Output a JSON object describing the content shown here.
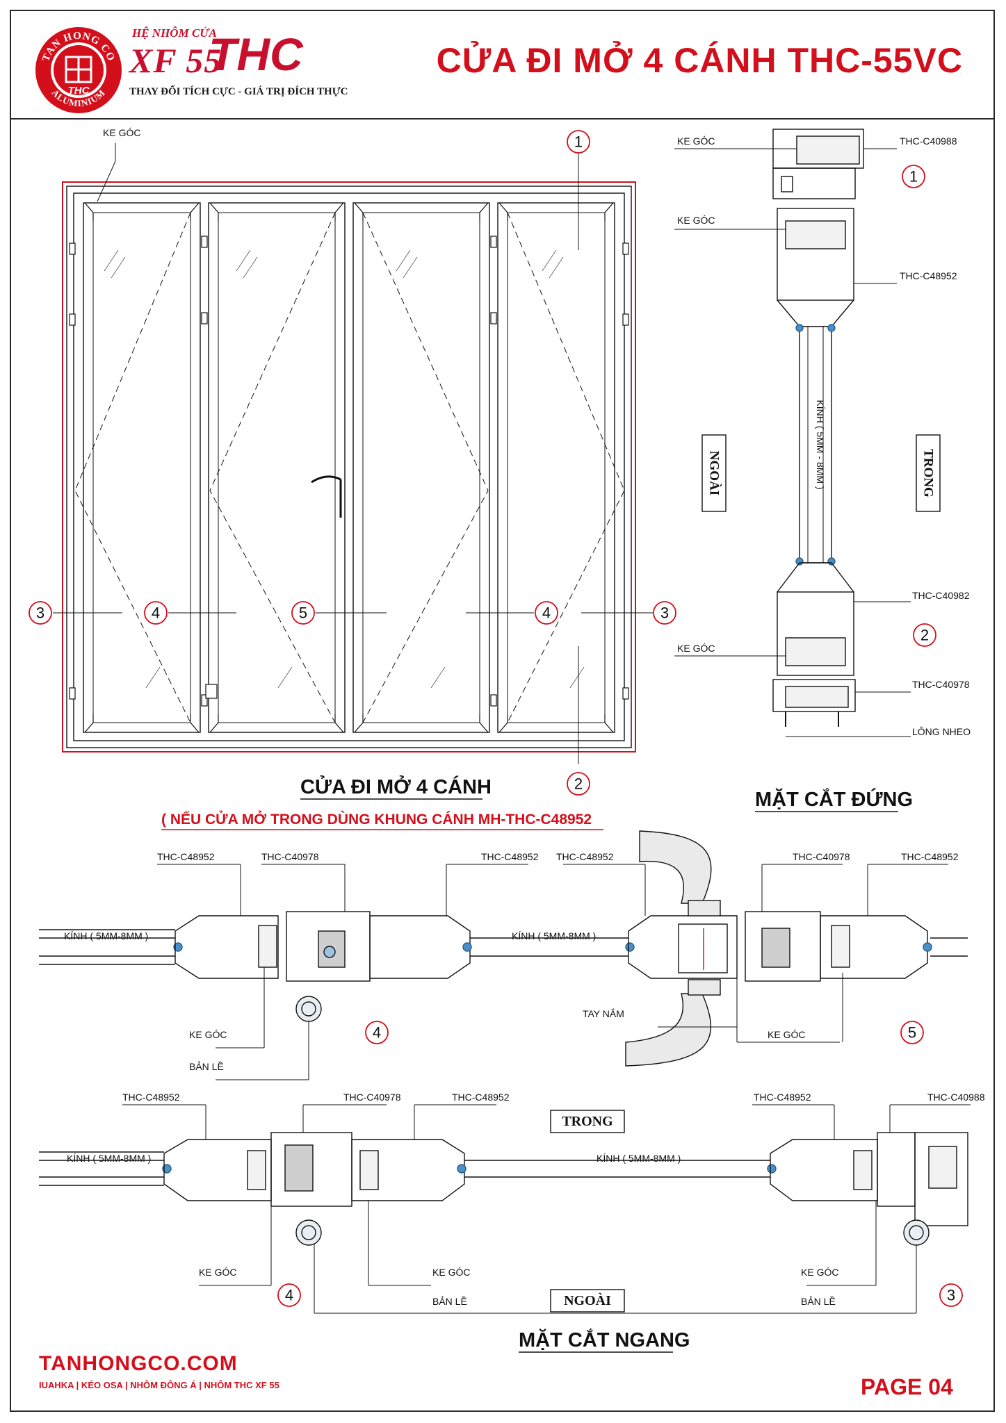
{
  "header": {
    "logo_ring_top": "TAN HONG CO",
    "logo_ring_bottom": "ALUMINIUM",
    "logo_mark": "THC",
    "system_label": "HỆ NHÔM CỬA",
    "series": "XF 55",
    "brand": "THC",
    "slogan": "THAY ĐỔI TÍCH CỰC - GIÁ TRỊ ĐÍCH THỰC",
    "title": "CỬA ĐI MỞ 4 CÁNH THC-55VC"
  },
  "elevation": {
    "caption": "CỬA ĐI MỞ 4 CÁNH",
    "note": "( NẾU CỬA MỞ TRONG DÙNG KHUNG CÁNH MH-THC-C48952",
    "ke_goc": "KE GÓC",
    "markers": [
      "1",
      "2",
      "3",
      "4",
      "5",
      "4",
      "3"
    ]
  },
  "vertical_section": {
    "caption": "MẶT CẮT ĐỨNG",
    "outside": "NGOÀI",
    "inside": "TRONG",
    "glass": "KÍNH ( 5MM - 8MM )",
    "labels": [
      "KE GÓC",
      "THC-C40988",
      "KE GÓC",
      "THC-C48952",
      "THC-C40982",
      "KE GÓC",
      "THC-C40978",
      "LÔNG NHEO"
    ],
    "markers": [
      "1",
      "2"
    ]
  },
  "section_top": {
    "codes": [
      "THC-C48952",
      "THC-C40978",
      "THC-C48952",
      "THC-C48952",
      "THC-C40978",
      "THC-C48952"
    ],
    "glass": "KÍNH ( 5MM-8MM )",
    "ke_goc": "KE GÓC",
    "ban_le": "BẢN LỀ",
    "tay_nam": "TAY NẮM",
    "markers": [
      "4",
      "5"
    ]
  },
  "section_bottom": {
    "codes": [
      "THC-C48952",
      "THC-C40978",
      "THC-C48952",
      "THC-C48952",
      "THC-C40988"
    ],
    "glass": "KÍNH ( 5MM-8MM )",
    "ke_goc": "KE GÓC",
    "ban_le": "BẢN LỀ",
    "inside": "TRONG",
    "outside": "NGOÀI",
    "caption": "MẶT CẮT NGANG",
    "markers": [
      "4",
      "3"
    ]
  },
  "footer": {
    "website": "TANHONGCO.COM",
    "brands": "IUAHKA | KÉO OSA | NHÔM ĐÔNG Á | NHÔM THC XF 55",
    "page": "PAGE  04"
  },
  "colors": {
    "accent": "#d40f1c",
    "line": "#111111",
    "glass": "#4a90c8"
  }
}
